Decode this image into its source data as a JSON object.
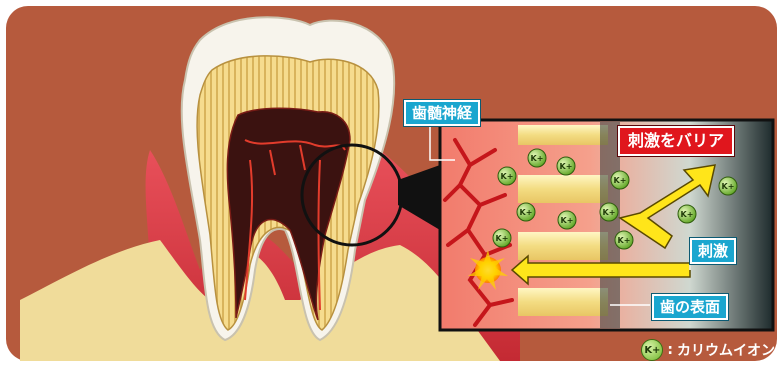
{
  "labels": {
    "pulp_nerve": "歯髄神経",
    "block_stimulus": "刺激をバリア",
    "stimulus": "刺激",
    "tooth_surface": "歯の表面"
  },
  "legend": {
    "ion_symbol": "K+",
    "separator": ":",
    "ion_name": "カリウムイオン"
  },
  "colors": {
    "background": "#b65a3d",
    "red_label": "#e0161d",
    "blue_label": "#1aa6cf",
    "arrow_yellow": "#ffe51a",
    "ion_green": "#6fb52a"
  }
}
